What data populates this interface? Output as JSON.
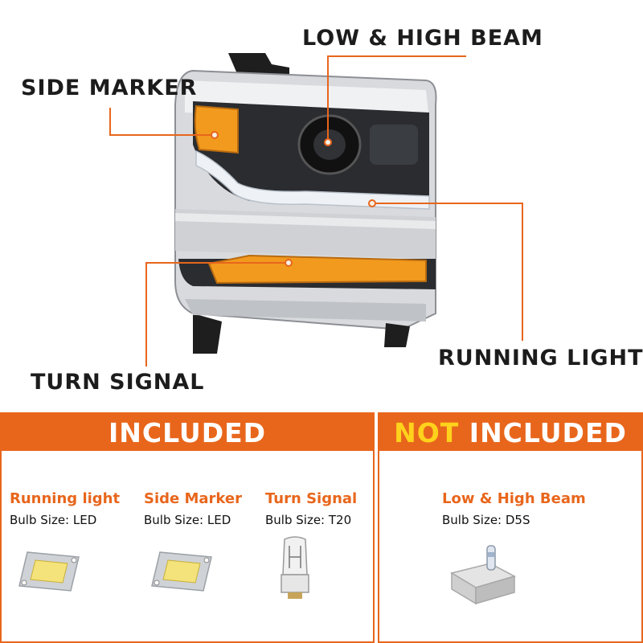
{
  "callouts": {
    "low_high_beam": "LOW & HIGH BEAM",
    "side_marker": "SIDE MARKER",
    "running_light": "RUNNING LIGHT",
    "turn_signal": "TURN SIGNAL"
  },
  "included": {
    "title": "INCLUDED",
    "items": [
      {
        "name": "Running light",
        "size": "Bulb Size: LED",
        "icon": "led-chip-icon"
      },
      {
        "name": "Side Marker",
        "size": "Bulb Size: LED",
        "icon": "led-chip-icon"
      },
      {
        "name": "Turn Signal",
        "size": "Bulb Size: T20",
        "icon": "t20-bulb-icon"
      }
    ]
  },
  "not_included": {
    "title_highlight": "NOT",
    "title_rest": " INCLUDED",
    "items": [
      {
        "name": "Low & High Beam",
        "size": "Bulb Size: D5S",
        "icon": "d5s-bulb-icon"
      }
    ]
  },
  "colors": {
    "accent": "#e8661c",
    "highlight": "#ffd21c",
    "amber": "#f29a1e"
  }
}
